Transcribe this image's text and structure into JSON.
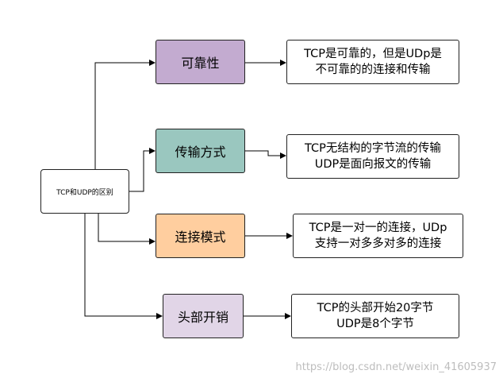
{
  "root": {
    "label": "TCP和UDP的区别"
  },
  "categories": [
    {
      "label": "可靠性",
      "color": "#c3abd0",
      "desc": [
        "TCP是可靠的，但是UDp是",
        "不可靠的的连接和传输"
      ]
    },
    {
      "label": "传输方式",
      "color": "#9ac7bf",
      "desc": [
        "TCP无结构的字节流的传输",
        "UDP是面向报文的传输"
      ]
    },
    {
      "label": "连接模式",
      "color": "#ffce9f",
      "desc": [
        "TCP是一对一的连接，UDp",
        "支持一对多多对多的连接"
      ]
    },
    {
      "label": "头部开销",
      "color": "#e1d5e7",
      "desc": [
        "TCP的头部开始20字节",
        "UDP是8个字节"
      ]
    }
  ],
  "watermark": "https://blog.csdn.net/weixin_41605937"
}
